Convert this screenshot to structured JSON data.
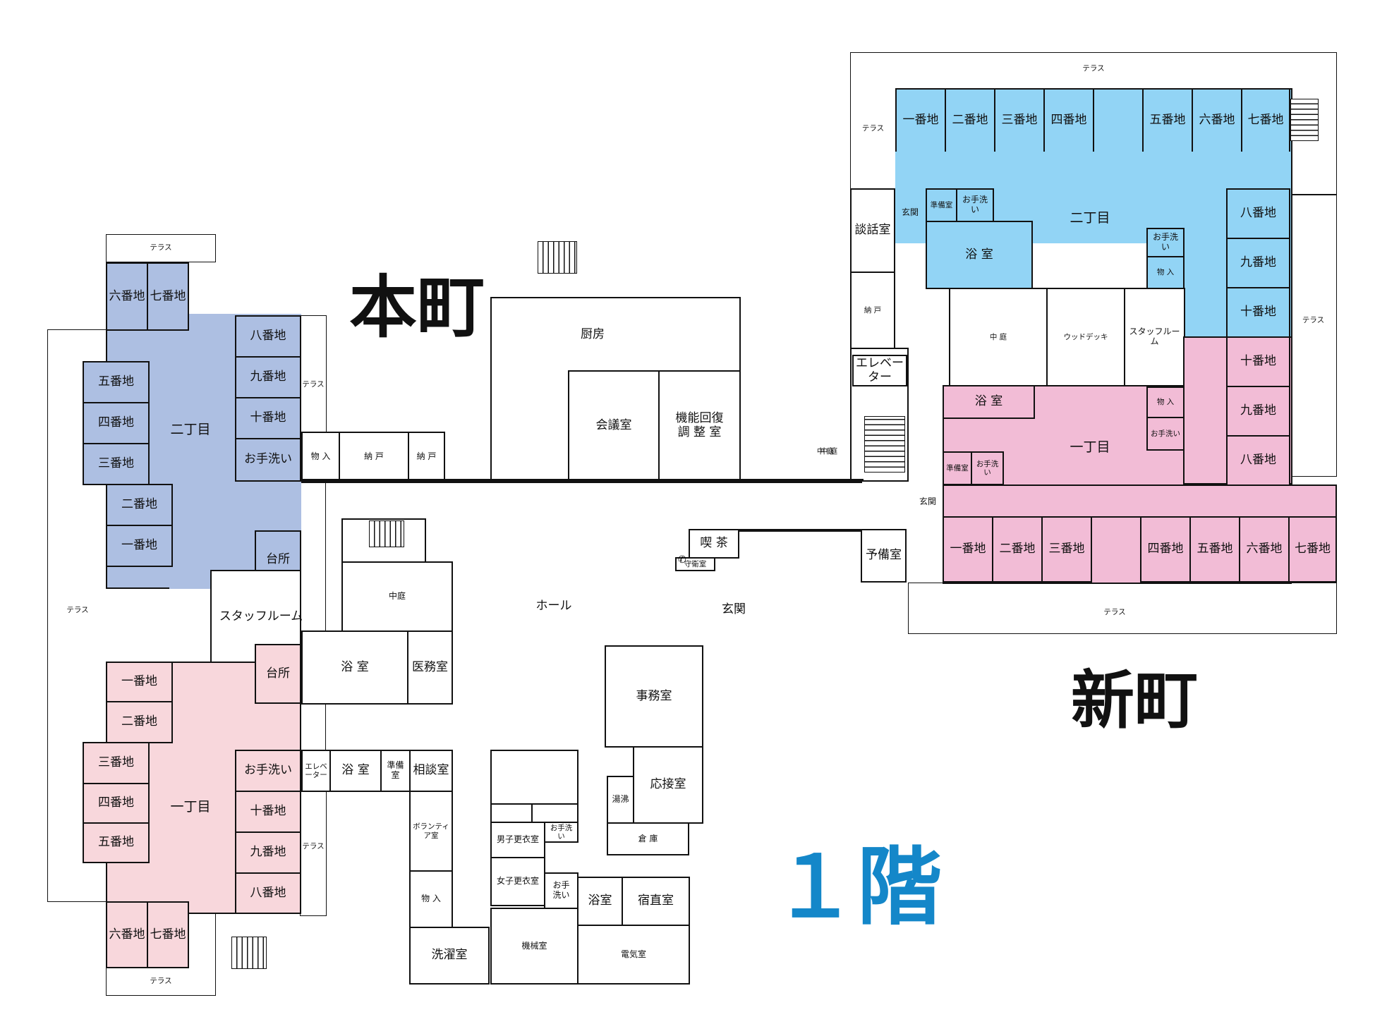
{
  "labels": {
    "honmachi": "本町",
    "shinmachi": "新町",
    "floor": "１階"
  },
  "colors": {
    "honmachi_nichome": "#adbfe2",
    "honmachi_itchome": "#f8d7dc",
    "shinmachi_nichome": "#92d4f5",
    "shinmachi_itchome": "#f2bcd6",
    "floor_label": "#1487c9"
  },
  "rooms": {
    "terrace": "テラス",
    "ban1": "一番地",
    "ban2": "二番地",
    "ban3": "三番地",
    "ban4": "四番地",
    "ban5": "五番地",
    "ban6": "六番地",
    "ban7": "七番地",
    "ban8": "八番地",
    "ban9": "九番地",
    "ban10": "十番地",
    "nichome": "二丁目",
    "itchome": "一丁目",
    "toilet": "お手洗い",
    "kitchen": "台所",
    "staffroom": "スタッフルーム",
    "storage": "物 入",
    "closet": "納 戸",
    "kitchen_main": "厨房",
    "meeting": "会議室",
    "rehab": "機能回復\n調 整 室",
    "courtyard": "中庭",
    "courtyard_sp": "中 庭",
    "bath": "浴 室",
    "medical": "医務室",
    "hall": "ホール",
    "cafe": "喫 茶",
    "guard": "守衛室",
    "entrance": "玄関",
    "office": "事務室",
    "reception": "応接室",
    "hot_water": "湯沸",
    "warehouse": "倉 庫",
    "elevator_small": "エレベーター",
    "elevator": "エレベーター",
    "prep": "準備室",
    "consult": "相談室",
    "volunteer": "ボランティア室",
    "laundry": "洗濯室",
    "mens_locker": "男子更衣室",
    "womens_locker": "女子更衣室",
    "toilet_small": "お手洗い",
    "toilet_split": "お手\n洗い",
    "bath_small": "浴室",
    "night_duty": "宿直室",
    "machine": "機械室",
    "electric": "電気室",
    "lounge": "談話室",
    "wood_deck": "ウッドデッキ",
    "spare": "予備室"
  },
  "icons": {
    "stairs": "stairs-icon",
    "phone": "phone-icon"
  }
}
